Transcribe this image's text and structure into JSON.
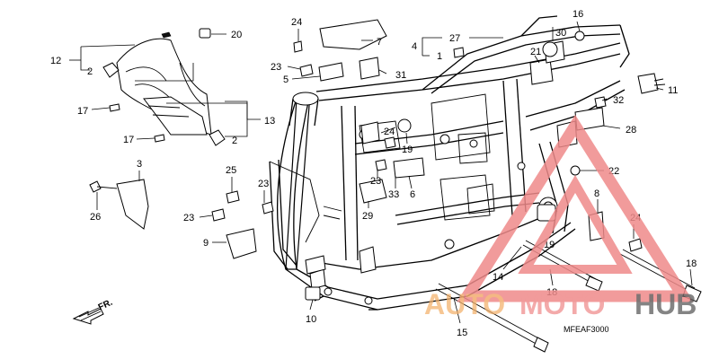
{
  "diagram": {
    "callouts": {
      "c1": "1",
      "c2a": "2",
      "c2b": "2",
      "c3": "3",
      "c4": "4",
      "c5": "5",
      "c6": "6",
      "c7": "7",
      "c8": "8",
      "c9": "9",
      "c10": "10",
      "c11": "11",
      "c12": "12",
      "c13": "13",
      "c14": "14",
      "c15": "15",
      "c16": "16",
      "c17a": "17",
      "c17b": "17",
      "c18a": "18",
      "c18b": "18",
      "c19a": "19",
      "c19b": "19",
      "c20": "20",
      "c21": "21",
      "c22": "22",
      "c23a": "23",
      "c23b": "23",
      "c23c": "23",
      "c23d": "23",
      "c24a": "24",
      "c24b": "24",
      "c24c": "24",
      "c25": "25",
      "c26": "26",
      "c27": "27",
      "c28": "28",
      "c29": "29",
      "c30": "30",
      "c31": "31",
      "c32": "32",
      "c33": "33"
    },
    "direction_label": "FR.",
    "figure_code": "MFEAF3000"
  },
  "watermark": {
    "part1": "AUTO",
    "part2": "MOTO",
    "part3": "HUB",
    "color_red": "#e53935",
    "color_orange": "#f39c34",
    "color_gray": "#555555"
  }
}
